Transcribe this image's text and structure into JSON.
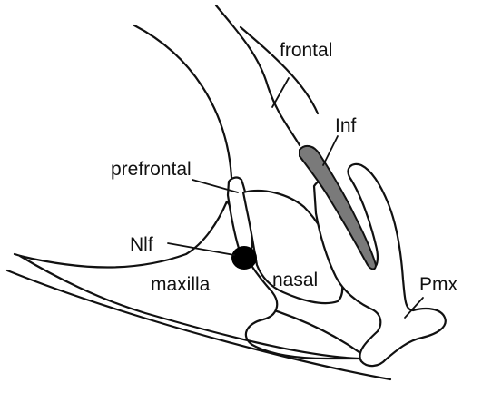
{
  "labels": {
    "frontal": "frontal",
    "inf": "Inf",
    "prefrontal": "prefrontal",
    "nlf": "Nlf",
    "nasal": "nasal",
    "maxilla": "maxilla",
    "pmx": "Pmx"
  },
  "colors": {
    "inf_fill": "#7a7a7a",
    "nlf_fill": "#000000",
    "stroke": "#111111",
    "background": "#ffffff"
  }
}
